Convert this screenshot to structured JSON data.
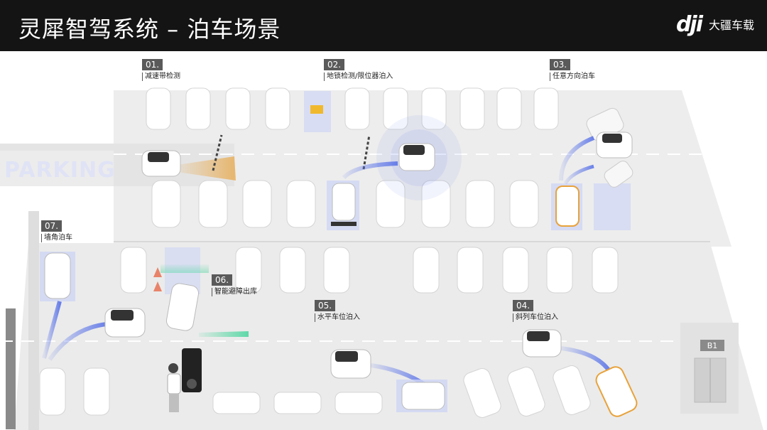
{
  "header": {
    "title": "灵犀智驾系统 – 泊车场景",
    "logo_mark": "dji",
    "brand": "大疆车载"
  },
  "scene": {
    "parking_word": "PARKING",
    "elevator_label": "B1",
    "scenarios": [
      {
        "num": "01.",
        "label": "减速带检测"
      },
      {
        "num": "02.",
        "label": "地锁检测/限位器泊入"
      },
      {
        "num": "03.",
        "label": "任意方向泊车"
      },
      {
        "num": "04.",
        "label": "斜列车位泊入"
      },
      {
        "num": "05.",
        "label": "水平车位泊入"
      },
      {
        "num": "06.",
        "label": "智能避障出库"
      },
      {
        "num": "07.",
        "label": "墙角泊车"
      }
    ]
  },
  "colors": {
    "header_bg": "#141414",
    "floor": "#f0f0f0",
    "road": "#e6e6e6",
    "accent_blue": "#5b74e8",
    "accent_orange": "#e8a23a",
    "accent_green": "#4fd6a0"
  }
}
